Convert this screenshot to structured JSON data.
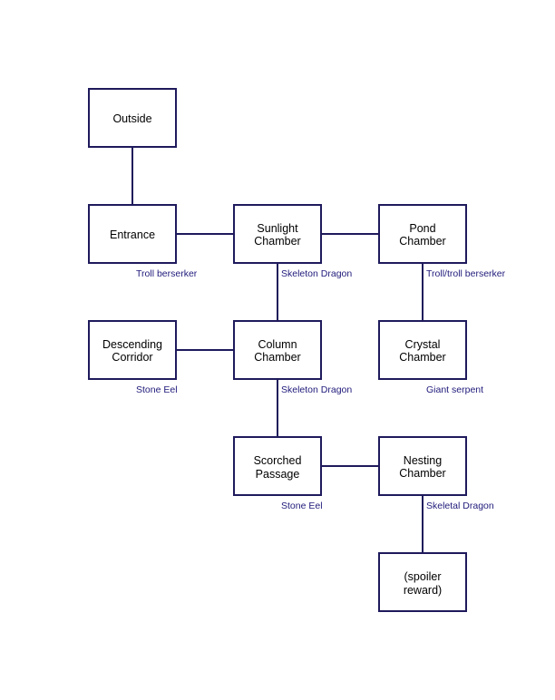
{
  "colors": {
    "line": "#1f1a5c",
    "monster_label": "#1f1a7a",
    "room_text": "#000000"
  },
  "rooms": {
    "outside": {
      "lines": [
        "Outside"
      ]
    },
    "entrance": {
      "lines": [
        "Entrance"
      ]
    },
    "sunlight": {
      "lines": [
        "Sunlight",
        "Chamber"
      ]
    },
    "pond": {
      "lines": [
        "Pond",
        "Chamber"
      ]
    },
    "descending": {
      "lines": [
        "Descending",
        "Corridor"
      ]
    },
    "column": {
      "lines": [
        "Column",
        "Chamber"
      ]
    },
    "crystal": {
      "lines": [
        "Crystal",
        "Chamber"
      ]
    },
    "scorched": {
      "lines": [
        "Scorched",
        "Passage"
      ]
    },
    "nesting": {
      "lines": [
        "Nesting",
        "Chamber"
      ]
    },
    "spoiler": {
      "lines": [
        "(spoiler",
        "reward)"
      ]
    }
  },
  "monsters": {
    "entrance": "Troll berserker",
    "sunlight": "Skeleton Dragon",
    "pond": "Troll/troll berserker",
    "descending": "Stone Eel",
    "column": "Skeleton Dragon",
    "crystal": "Giant serpent",
    "scorched": "Stone Eel",
    "nesting": "Skeletal Dragon"
  }
}
